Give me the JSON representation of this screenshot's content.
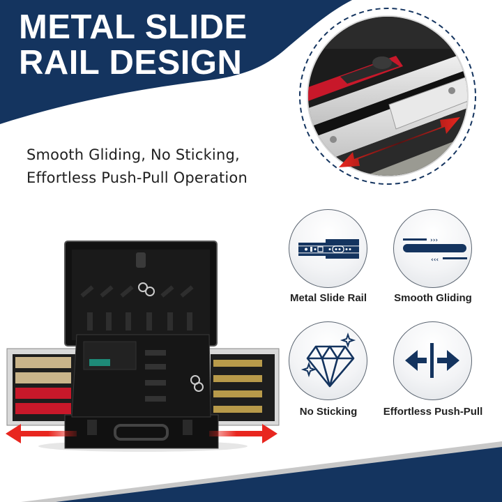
{
  "header": {
    "title_line1": "METAL SLIDE",
    "title_line2": "RAIL DESIGN"
  },
  "subtitle": {
    "line1": "Smooth Gliding, No Sticking,",
    "line2": "Effortless Push-Pull Operation"
  },
  "inset": {
    "description": "Close-up of metal slide rail with red double arrow",
    "icon": "double-arrow-icon"
  },
  "product": {
    "description": "Open black aluminum tool case with extended side drawers",
    "icon": "double-arrow-icon"
  },
  "features": [
    {
      "label": "Metal Slide Rail",
      "icon": "slide-rail-icon"
    },
    {
      "label": "Smooth Gliding",
      "icon": "gliding-lines-icon"
    },
    {
      "label": "No Sticking",
      "icon": "diamond-sparkle-icon"
    },
    {
      "label": "Effortless Push-Pull",
      "icon": "push-pull-icon"
    }
  ],
  "colors": {
    "navy": "#14345f",
    "gray_stripe": "#c8c8c8",
    "arrow_red": "#e8261f",
    "text_dark": "#222222",
    "white": "#ffffff"
  }
}
